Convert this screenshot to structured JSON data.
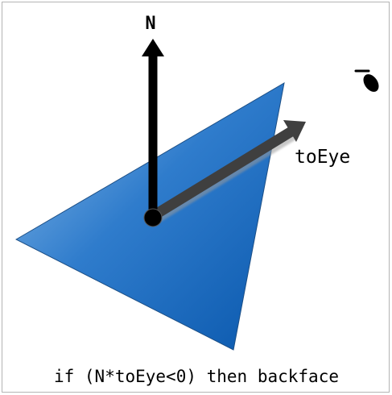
{
  "diagram": {
    "normal_label": "N",
    "eye_vector_label": "toEye",
    "condition_text": "if (N*toEye<0) then backface",
    "colors": {
      "triangle_light": "#7ab2e6",
      "triangle_dark": "#0e5eb4",
      "arrow_black": "#000000",
      "arrow_gray": "#3f3f3f",
      "frame_border": "#b4b4b4"
    },
    "icons": [
      "eye-icon"
    ]
  }
}
